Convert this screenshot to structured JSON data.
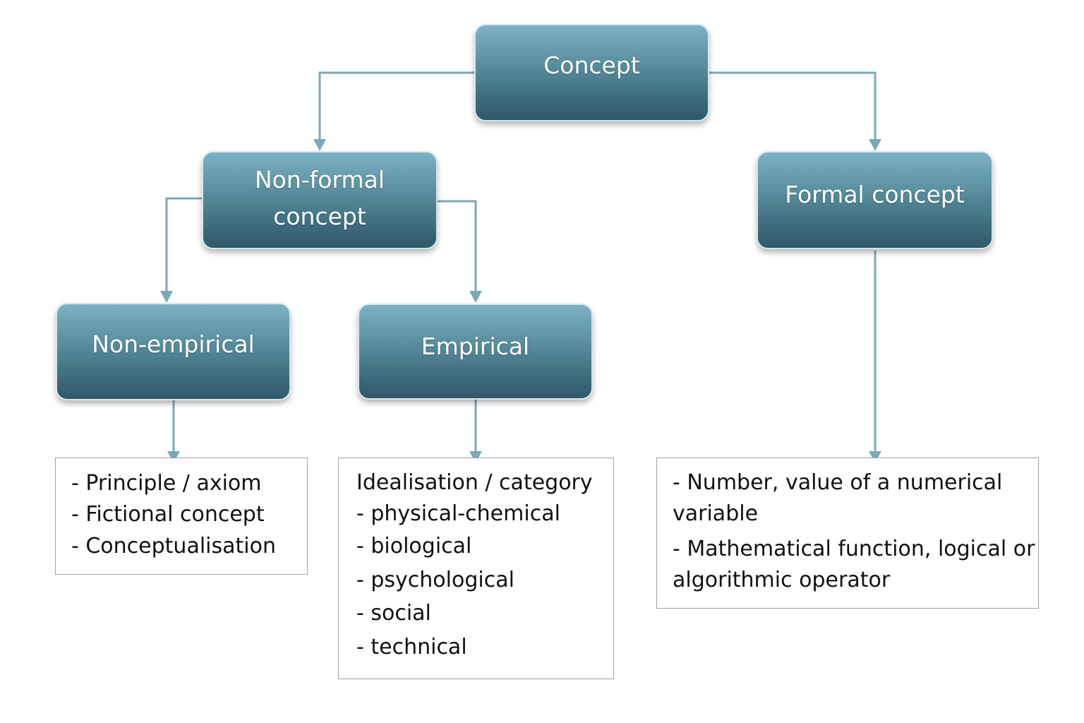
{
  "colors": {
    "connector": "#7aa9b9",
    "node_top": "#7db2c4",
    "node_bottom": "#2f5968",
    "box_border": "#9aa3ad"
  },
  "nodes": {
    "concept": "Concept",
    "non_formal": [
      "Non-formal",
      "concept"
    ],
    "formal": "Formal concept",
    "non_empirical": "Non-empirical",
    "empirical": "Empirical"
  },
  "boxes": {
    "non_empirical": [
      "- Principle / axiom",
      "- Fictional concept",
      "- Conceptualisation"
    ],
    "empirical": [
      "Idealisation / category",
      "- physical-chemical",
      "- biological",
      "- psychological",
      "- social",
      "- technical"
    ],
    "formal": [
      "- Number, value of a numerical",
      "variable",
      "- Mathematical function, logical or",
      "algorithmic operator"
    ]
  }
}
